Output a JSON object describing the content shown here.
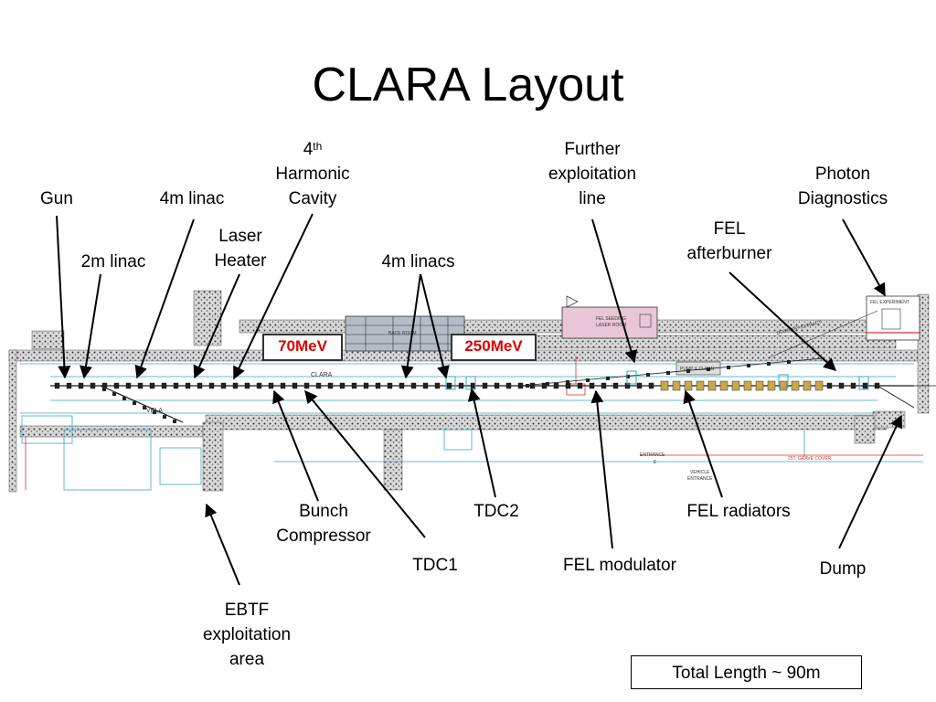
{
  "title": "CLARA Layout",
  "labels": {
    "gun": "Gun",
    "linac_2m": "2m linac",
    "linac_4m": "4m linac",
    "laser_heater_1": "Laser",
    "laser_heater_2": "Heater",
    "harmonic_sup": "th",
    "harmonic_num": "4",
    "harmonic_2": "Harmonic",
    "harmonic_3": "Cavity",
    "linacs_4m": "4m linacs",
    "further_1": "Further",
    "further_2": "exploitation",
    "further_3": "line",
    "photon_1": "Photon",
    "photon_2": "Diagnostics",
    "afterburner_1": "FEL",
    "afterburner_2": "afterburner",
    "bunch_1": "Bunch",
    "bunch_2": "Compressor",
    "tdc1": "TDC1",
    "tdc2": "TDC2",
    "fel_modulator": "FEL modulator",
    "fel_radiators": "FEL radiators",
    "dump": "Dump",
    "ebtf_1": "EBTF",
    "ebtf_2": "exploitation",
    "ebtf_3": "area"
  },
  "energies": {
    "e70": "70MeV",
    "e250": "250MeV"
  },
  "total_length": "Total Length ~ 90m",
  "drawing_text": {
    "back_room": "BACK ROOM",
    "clara": "CLARA",
    "vela": "VELA",
    "fel_seeding_1": "FEL SEEDING",
    "fel_seeding_2": "LASER ROOM",
    "pump_room": "PUMP & CLEAN",
    "fel_experiment": "FEL EXPERIMENT",
    "entrance": "ENTRANCE",
    "entrance_e": "E",
    "vehicle_entrance_1": "VEHICLE",
    "vehicle_entrance_2": "ENTRANCE",
    "grave_cover": "25T. GRAVE COVER",
    "doorway_extract": "DOORWAY EXTRACT"
  },
  "colors": {
    "arrow": "#000000",
    "energy_text": "#e00000",
    "beamline": "#1a1a1a",
    "wall_fill": "#bfbfbf",
    "cyan_lines": "#35a7c6",
    "modulator_room": "#e9c6d6",
    "back_room": "#b5bcc6",
    "red_line": "#e03030"
  }
}
